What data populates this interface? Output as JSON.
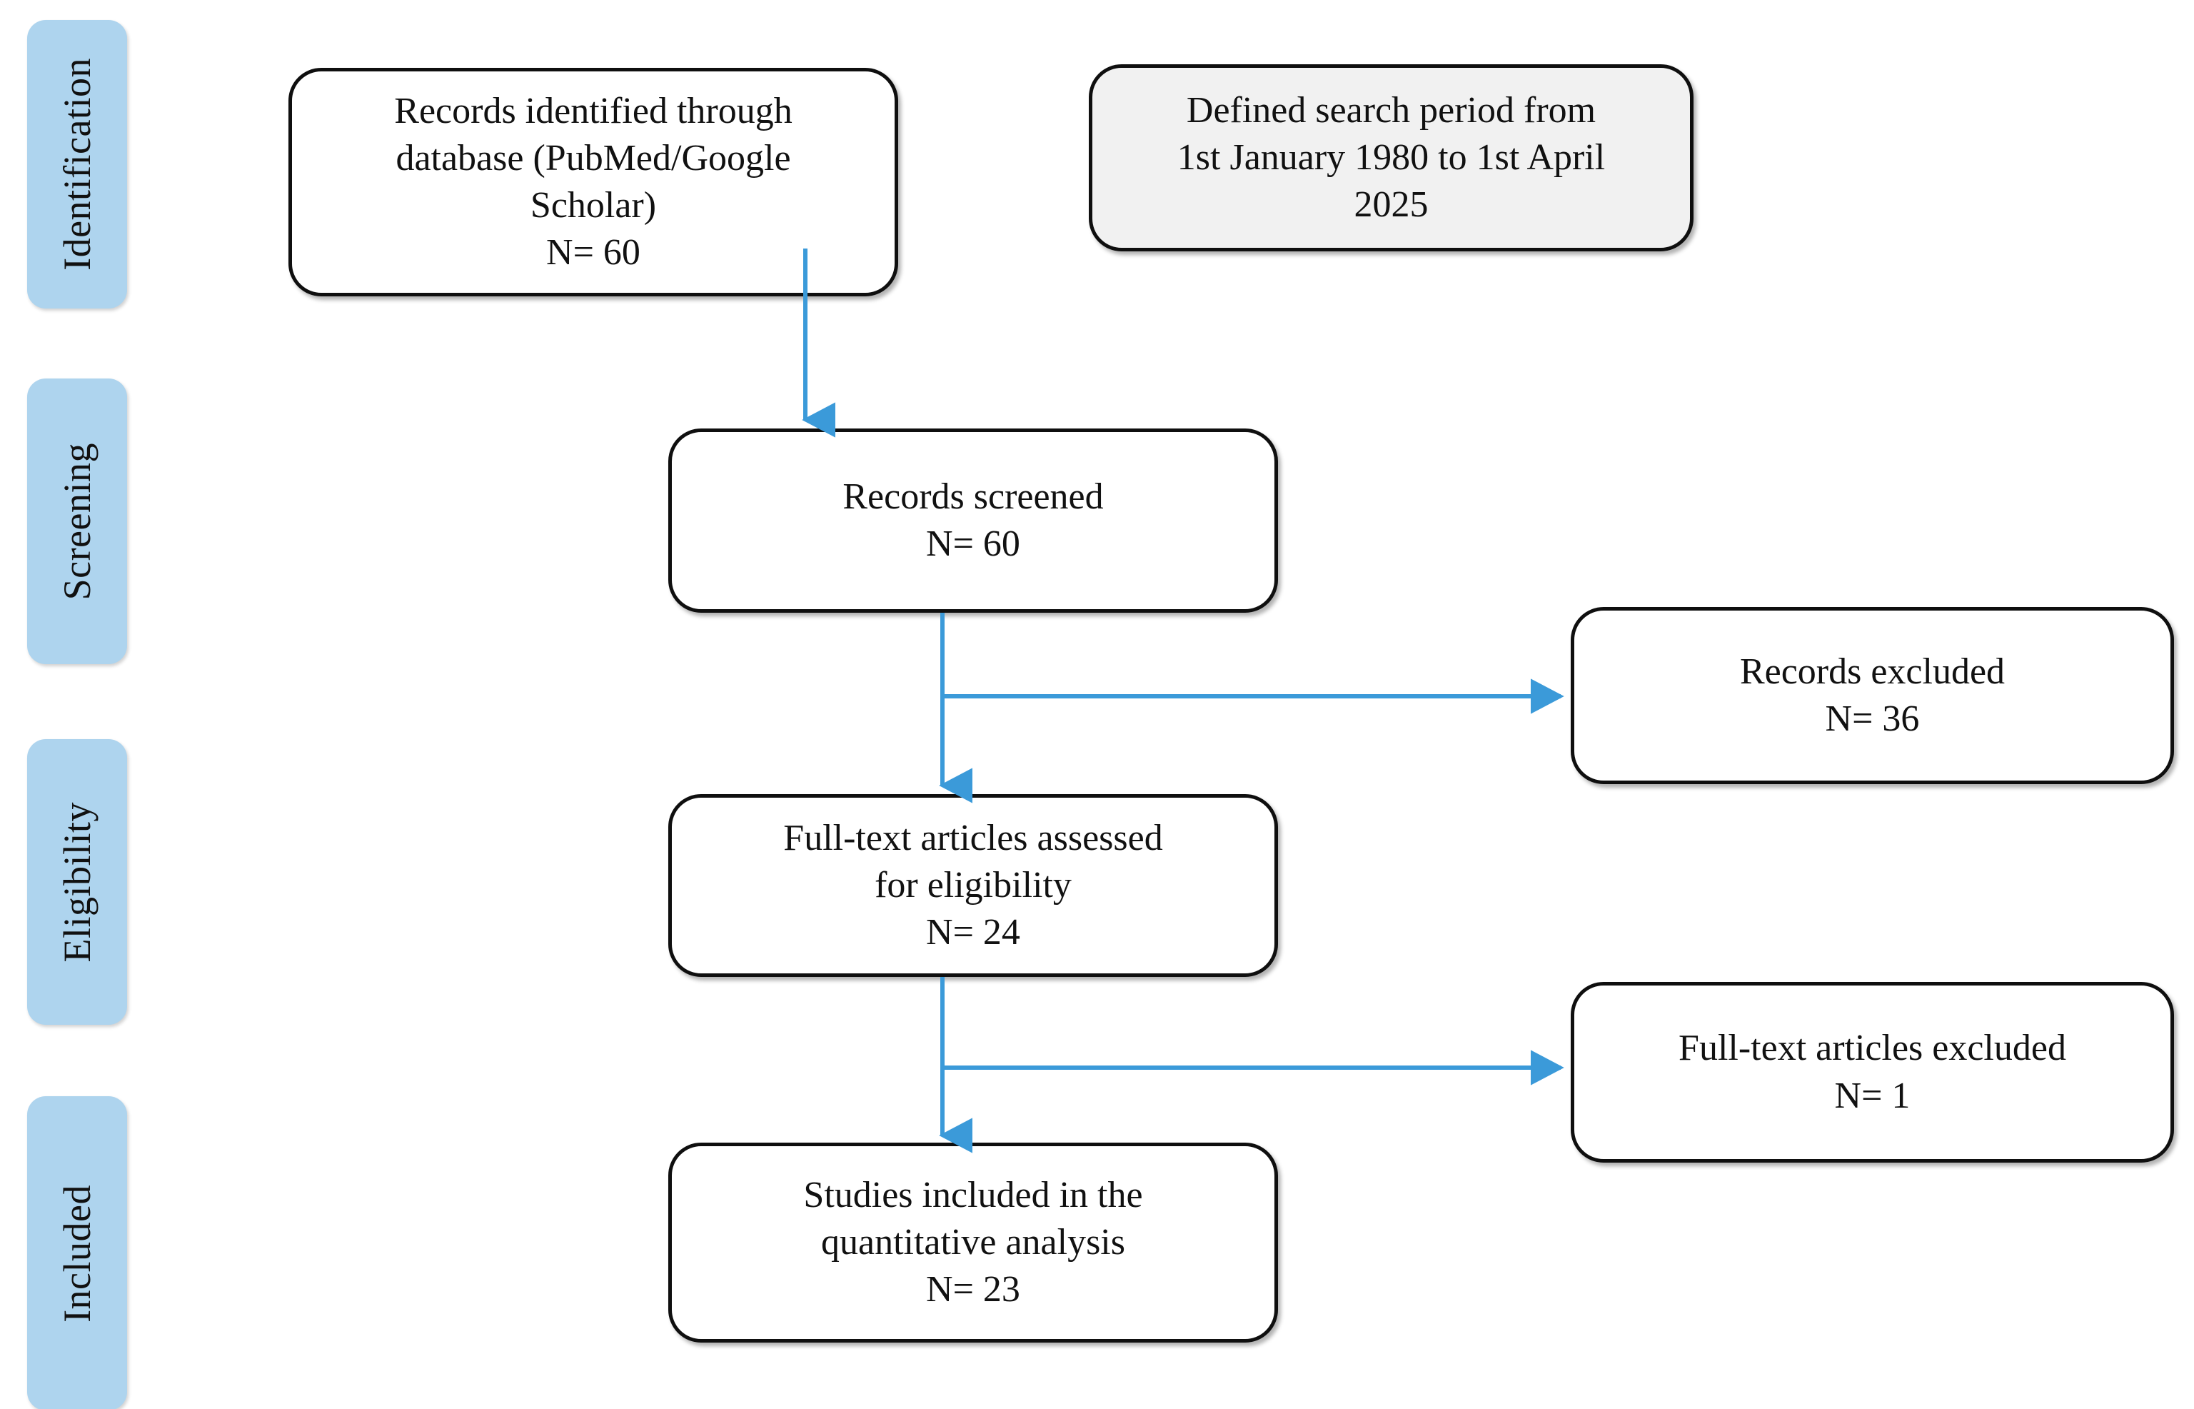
{
  "diagram": {
    "title": "PRISMA study selection flow diagram",
    "accent_color": "#3b9ad9",
    "stage_tab_color": "#aed4ee",
    "box_border_color": "#0f0f0f",
    "shaded_box_color": "#f1f1f1"
  },
  "stages": [
    {
      "id": "identification",
      "label": "Identification"
    },
    {
      "id": "screening",
      "label": "Screening"
    },
    {
      "id": "eligibility",
      "label": "Eligibility"
    },
    {
      "id": "included",
      "label": "Included"
    }
  ],
  "boxes": {
    "records_identified": {
      "text": "Records identified through\ndatabase (PubMed/Google\nScholar)\nN= 60",
      "count": 60,
      "fill": "white"
    },
    "search_period": {
      "text": "Defined search period from\n1st January 1980 to 1st April\n2025",
      "fill": "shaded"
    },
    "records_screened": {
      "text": "Records screened\nN= 60",
      "count": 60,
      "fill": "white"
    },
    "records_excluded": {
      "text": "Records excluded\nN= 36",
      "count": 36,
      "fill": "white"
    },
    "fulltext_assessed": {
      "text": "Full-text articles assessed\nfor eligibility\nN= 24",
      "count": 24,
      "fill": "white"
    },
    "fulltext_excluded": {
      "text": "Full-text articles excluded\nN= 1",
      "count": 1,
      "fill": "white"
    },
    "studies_included": {
      "text": "Studies included in the\nquantitative analysis\nN= 23",
      "count": 23,
      "fill": "white"
    }
  },
  "chart_data": {
    "type": "diagram",
    "title": "PRISMA study selection flow diagram",
    "nodes": [
      {
        "id": "records_identified",
        "stage": "Identification",
        "label": "Records identified through database (PubMed/Google Scholar)",
        "n": 60
      },
      {
        "id": "search_period",
        "stage": "Identification",
        "label": "Defined search period from 1st January 1980 to 1st April 2025",
        "n": null
      },
      {
        "id": "records_screened",
        "stage": "Screening",
        "label": "Records screened",
        "n": 60
      },
      {
        "id": "records_excluded",
        "stage": "Screening",
        "label": "Records excluded",
        "n": 36
      },
      {
        "id": "fulltext_assessed",
        "stage": "Eligibility",
        "label": "Full-text articles assessed for eligibility",
        "n": 24
      },
      {
        "id": "fulltext_excluded",
        "stage": "Eligibility",
        "label": "Full-text articles excluded",
        "n": 1
      },
      {
        "id": "studies_included",
        "stage": "Included",
        "label": "Studies included in the quantitative analysis",
        "n": 23
      }
    ],
    "edges": [
      {
        "from": "records_identified",
        "to": "records_screened",
        "kind": "down"
      },
      {
        "from": "records_screened",
        "to": "records_excluded",
        "kind": "branch-right"
      },
      {
        "from": "records_screened",
        "to": "fulltext_assessed",
        "kind": "down"
      },
      {
        "from": "fulltext_assessed",
        "to": "fulltext_excluded",
        "kind": "branch-right"
      },
      {
        "from": "fulltext_assessed",
        "to": "studies_included",
        "kind": "down"
      }
    ]
  }
}
